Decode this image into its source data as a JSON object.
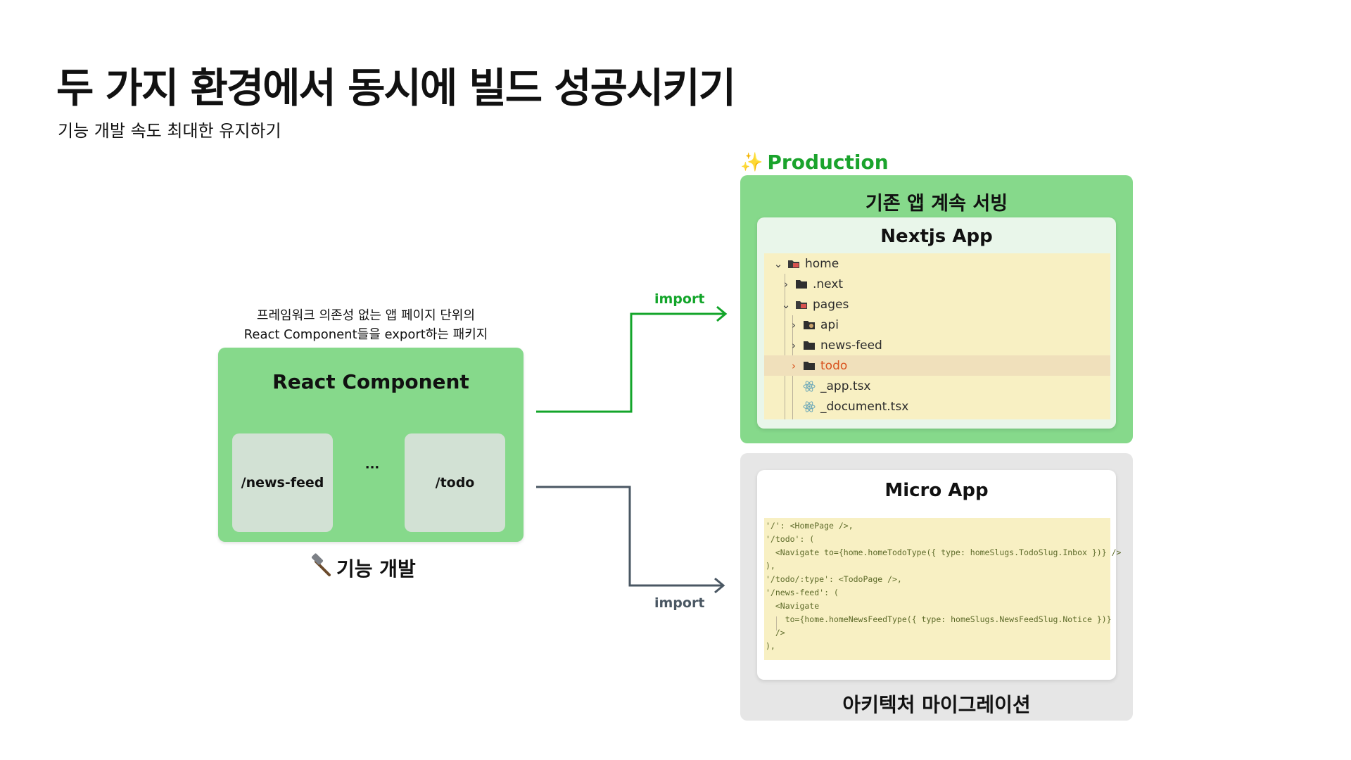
{
  "title": "두 가지 환경에서 동시에 빌드 성공시키기",
  "subtitle": "기능 개발 속도 최대한 유지하기",
  "react_component": {
    "caption_line1": "프레임워크 의존성 없는 앱 페이지 단위의",
    "caption_line2": "React Component들을 export하는 패키지",
    "title": "React Component",
    "pages": [
      "/news-feed",
      "/todo"
    ],
    "ellipsis": "···",
    "footer": "기능 개발"
  },
  "imports": {
    "top": "import",
    "bottom": "import"
  },
  "production": {
    "label": "Production",
    "panel_title": "기존 앱 계속 서빙",
    "app_title": "Nextjs App",
    "tree": [
      {
        "label": "home",
        "chevron": "down",
        "icon": "folder-open-red-icon"
      },
      {
        "label": ".next",
        "chevron": "right",
        "icon": "folder-icon"
      },
      {
        "label": "pages",
        "chevron": "down",
        "icon": "folder-open-red-icon"
      },
      {
        "label": "api",
        "chevron": "right",
        "icon": "folder-gear-icon"
      },
      {
        "label": "news-feed",
        "chevron": "right",
        "icon": "folder-icon"
      },
      {
        "label": "todo",
        "chevron": "right",
        "icon": "folder-icon",
        "active": true
      },
      {
        "label": "_app.tsx",
        "chevron": "",
        "icon": "react-icon"
      },
      {
        "label": "_document.tsx",
        "chevron": "",
        "icon": "react-icon"
      }
    ]
  },
  "micro": {
    "app_title": "Micro App",
    "code_lines": [
      "'/': <HomePage />,",
      "'/todo': (",
      "  <Navigate to={home.homeTodoType({ type: homeSlugs.TodoSlug.Inbox })} />",
      "),",
      "'/todo/:type': <TodoPage />,",
      "'/news-feed': (",
      "  <Navigate",
      "    to={home.homeNewsFeedType({ type: homeSlugs.NewsFeedSlug.Notice })}",
      "  />",
      "),"
    ],
    "footer": "아키텍처 마이그레이션"
  },
  "colors": {
    "green_panel": "#86d98b",
    "green_accent": "#13a52a",
    "gray_accent": "#4a5763",
    "code_bg": "#f8f0c3"
  }
}
